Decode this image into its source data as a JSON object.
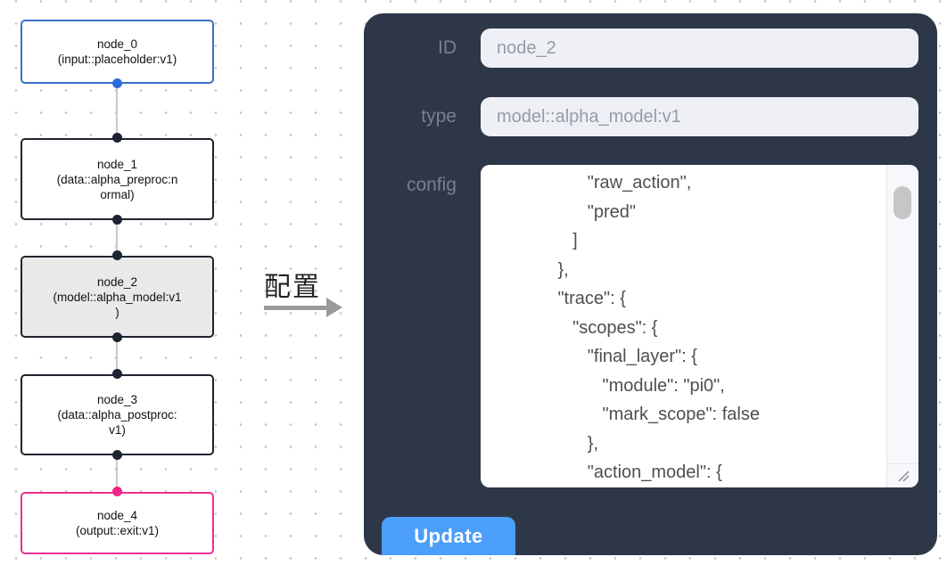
{
  "workflow": {
    "nodes": [
      {
        "title": "node_0",
        "subtitle": "(input::placeholder:v1)",
        "role": "input"
      },
      {
        "title": "node_1",
        "subtitle": "(data::alpha_preproc:n\normal)",
        "role": "default"
      },
      {
        "title": "node_2",
        "subtitle": "(model::alpha_model:v1\n)",
        "role": "selected"
      },
      {
        "title": "node_3",
        "subtitle": "(data::alpha_postproc:\nv1)",
        "role": "default"
      },
      {
        "title": "node_4",
        "subtitle": "(output::exit:v1)",
        "role": "output"
      }
    ]
  },
  "transition": {
    "label": "配置"
  },
  "panel": {
    "fields": [
      {
        "label": "ID",
        "value": "node_2"
      },
      {
        "label": "type",
        "value": "model::alpha_model:v1"
      }
    ],
    "config_label": "config",
    "config_text": "              \"raw_action\",\n              \"pred\"\n           ]\n        },\n        \"trace\": {\n           \"scopes\": {\n              \"final_layer\": {\n                 \"module\": \"pi0\",\n                 \"mark_scope\": false\n              },\n              \"action_model\": {",
    "update_label": "Update"
  },
  "colors": {
    "panel_bg": "#2d3748",
    "button_bg": "#4b9ef9",
    "button_text": "#ffffff",
    "input_bg": "#eef0f6",
    "input_text": "#959ba6",
    "label_text": "#78808f",
    "config_text_color": "#4f4f4f",
    "node_selected_bg": "#e9e9e9",
    "node_border_default": "#20242e",
    "node_border_input": "#3a6fc7",
    "node_border_output": "#ea2f8e",
    "node_text": "#111111",
    "port_default": "#1b2430",
    "port_input": "#2f6be0",
    "port_output": "#f0258c",
    "edge": "#c9c9c9",
    "arrow": "#9a9a9a",
    "transition_text": "#222222",
    "grid_dot": "#c2c2c2"
  }
}
